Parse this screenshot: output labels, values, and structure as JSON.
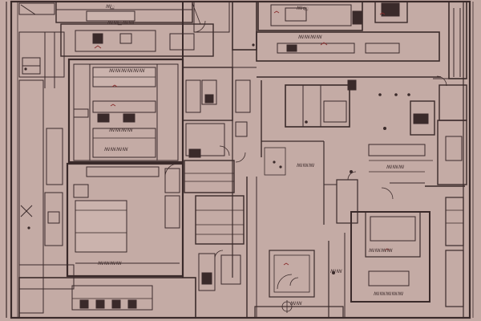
{
  "colors": {
    "paper": "#c4aba5",
    "line": "#3a2a2a",
    "fill_dark": "#3a2a2a",
    "room_fill": "#cbb3ad",
    "accent_red": "#8a2c2c"
  },
  "labels": {
    "top_center": "ꟿ꯭꯭꯭",
    "top_right": "ꟿꭤ꯭",
    "upper_mid_left": "ꟿꟿ꯭꯭ꟿꟿ",
    "upper_right": "ꟿꟿꟿꟿ",
    "left_room_top": "ꟿꟿꟿꟿꟿꟿ",
    "left_room_mid": "ꟿꟿꟿꟿ",
    "left_room_bottom": "ꟿꟿꟿꟿ",
    "center": "ꟿꟿꟿ",
    "right_center": "ꟿꟿꟿ",
    "bottom_left": "ꟿꟿꟿꟿ",
    "bottom_right_room": "ꟿꟿꟿꟿ",
    "bottom_right": "ꟿꟿꟿꟿꟿ",
    "bottom_center_mark": "ꟿꟿ",
    "bottom_right_num": "ꟿꟿ"
  },
  "icons": {
    "compass": "compass-rose-icon",
    "doors": "door-swing-icon",
    "stairs": "stair-icon",
    "table": "table-icon",
    "bed": "bed-icon"
  }
}
